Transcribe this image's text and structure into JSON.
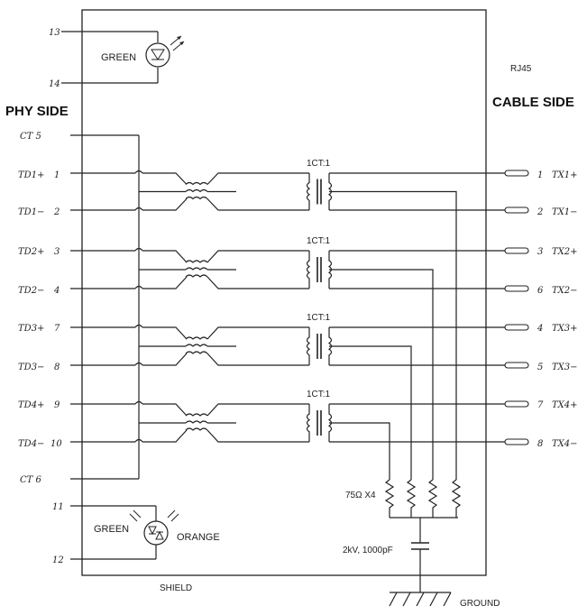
{
  "headers": {
    "phy_side": "PHY SIDE",
    "cable_side": "CABLE SIDE",
    "connector": "RJ45"
  },
  "leds": {
    "top": {
      "color_label": "GREEN",
      "pin_a": "13",
      "pin_b": "14"
    },
    "bottom": {
      "color_left": "GREEN",
      "color_right": "ORANGE",
      "pin_a": "11",
      "pin_b": "12"
    }
  },
  "center_taps": {
    "ct1": "CT  5",
    "ct2": "CT  6"
  },
  "phy_pins": [
    {
      "name": "TD1+",
      "num": "1"
    },
    {
      "name": "TD1−",
      "num": "2"
    },
    {
      "name": "TD2+",
      "num": "3"
    },
    {
      "name": "TD2−",
      "num": "4"
    },
    {
      "name": "TD3+",
      "num": "7"
    },
    {
      "name": "TD3−",
      "num": "8"
    },
    {
      "name": "TD4+",
      "num": "9"
    },
    {
      "name": "TD4−",
      "num": "10"
    }
  ],
  "cable_pins": [
    {
      "num": "1",
      "name": "TX1+"
    },
    {
      "num": "2",
      "name": "TX1−"
    },
    {
      "num": "3",
      "name": "TX2+"
    },
    {
      "num": "6",
      "name": "TX2−"
    },
    {
      "num": "4",
      "name": "TX3+"
    },
    {
      "num": "5",
      "name": "TX3−"
    },
    {
      "num": "7",
      "name": "TX4+"
    },
    {
      "num": "8",
      "name": "TX4−"
    }
  ],
  "transformer_labels": [
    "1CT:1",
    "1CT:1",
    "1CT:1",
    "1CT:1"
  ],
  "resistor_label": "75Ω X4",
  "capacitor_label": "2kV, 1000pF",
  "shield_label": "SHIELD",
  "ground_label": "GROUND"
}
